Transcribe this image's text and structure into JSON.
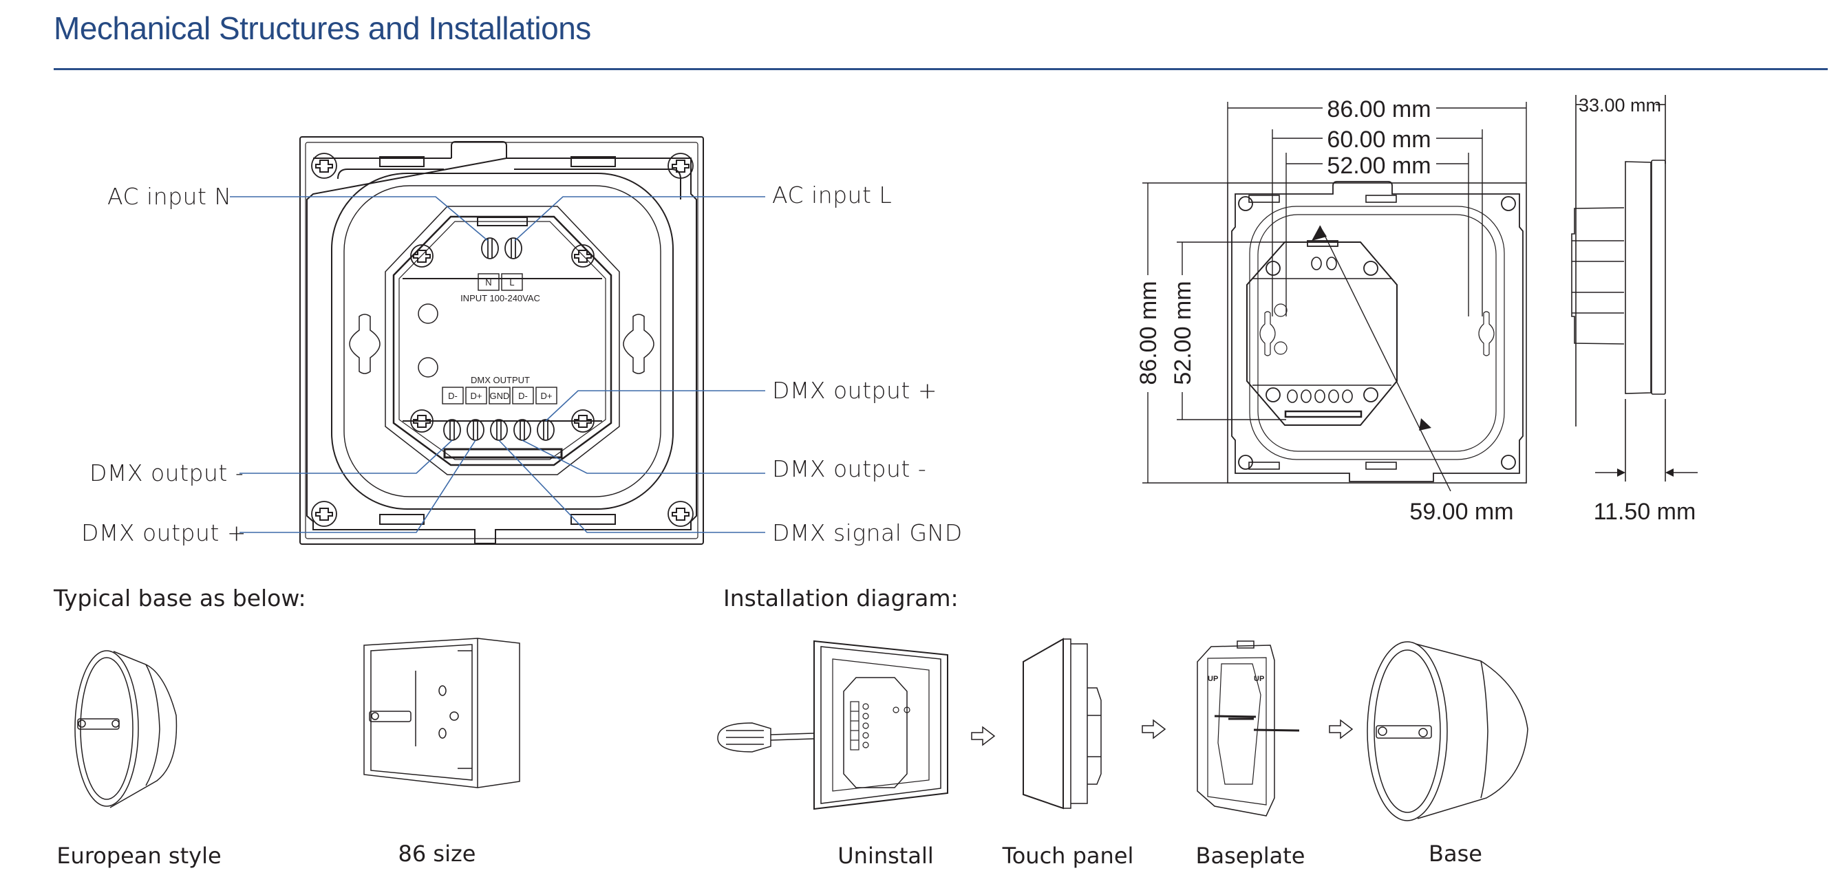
{
  "header": {
    "title": "Mechanical Structures and Installations",
    "accent_color": "#2b4f8a"
  },
  "wiring_diagram": {
    "terminal_labels": {
      "input_n": "N",
      "input_l": "L",
      "input_caption": "INPUT  100-240VAC",
      "output_caption": "DMX OUTPUT",
      "output_terminals": [
        "D-",
        "D+",
        "GND",
        "D-",
        "D+"
      ]
    },
    "callouts": {
      "ac_input_n": "AC input N",
      "ac_input_l": "AC input  L",
      "dmx_output_plus_right": "DMX output +",
      "dmx_output_minus_left": "DMX output -",
      "dmx_output_minus_right": "DMX output -",
      "dmx_output_plus_left": "DMX output +",
      "dmx_signal_gnd": "DMX signal GND"
    },
    "leader_color": "#3d6aa8"
  },
  "dimensions": {
    "width_outer": "86.00 mm",
    "width_mid": "60.00 mm",
    "width_inner": "52.00 mm",
    "height_outer": "86.00 mm",
    "height_inner": "52.00 mm",
    "diagonal": "59.00 mm",
    "depth_total": "33.00 mm",
    "panel_thickness": "11.50 mm"
  },
  "typical_base": {
    "heading": "Typical base as below:",
    "items": [
      {
        "caption": "European style"
      },
      {
        "caption": "86 size"
      }
    ]
  },
  "installation": {
    "heading": "Installation diagram:",
    "steps": [
      {
        "caption": "Uninstall"
      },
      {
        "caption": "Touch panel"
      },
      {
        "caption": "Baseplate"
      },
      {
        "caption": "Base"
      }
    ],
    "baseplate_marks": [
      "UP",
      "UP"
    ]
  }
}
